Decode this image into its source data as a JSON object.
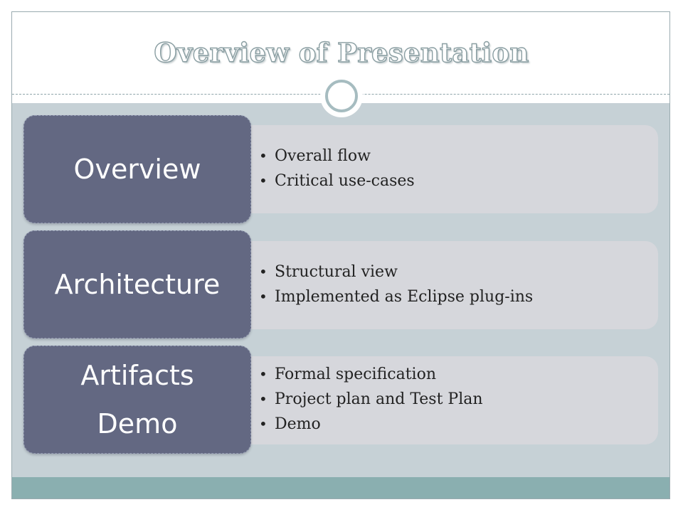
{
  "slide": {
    "title": "Overview of Presentation"
  },
  "sections": [
    {
      "label_lines": [
        "Overview"
      ],
      "bullets": [
        "Overall flow",
        "Critical use-cases"
      ]
    },
    {
      "label_lines": [
        "Architecture"
      ],
      "bullets": [
        "Structural view",
        "Implemented as Eclipse plug-ins"
      ]
    },
    {
      "label_lines": [
        "Artifacts",
        "Demo"
      ],
      "bullets": [
        "Formal specification",
        "Project plan and Test Plan",
        "Demo"
      ]
    }
  ],
  "colors": {
    "label_box": "#636882",
    "bullet_panel": "#d6d7dc",
    "content_background": "#c6d1d6",
    "bottom_band": "#8aafb0",
    "title_outline": "#8a9ea2"
  }
}
